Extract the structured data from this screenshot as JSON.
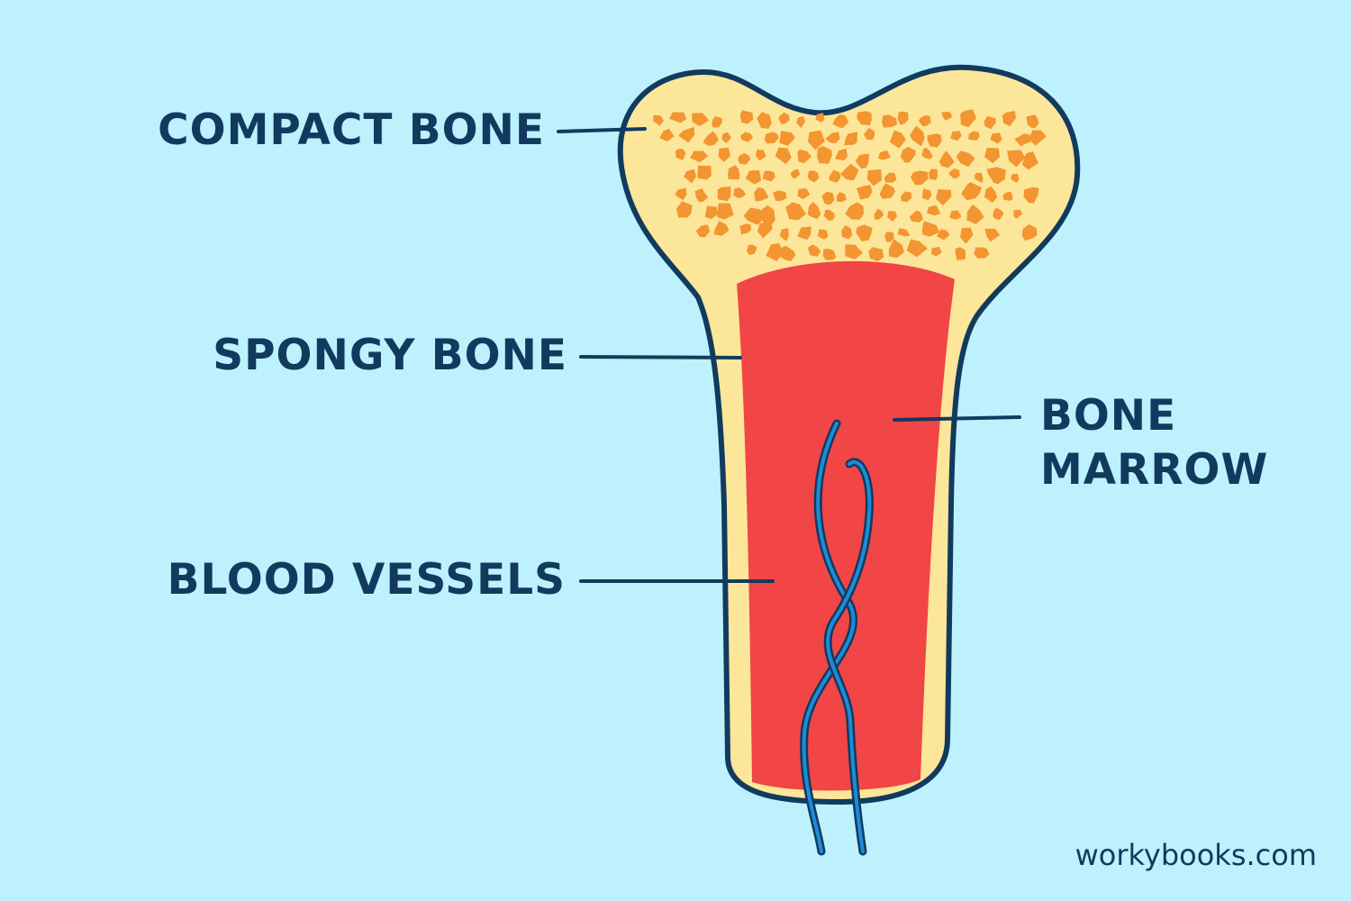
{
  "labels": {
    "compact_bone": "COMPACT BONE",
    "spongy_bone": "SPONGY BONE",
    "blood_vessels": "BLOOD VESSELS",
    "bone_marrow_line1": "BONE",
    "bone_marrow_line2": "MARROW"
  },
  "watermark": "workybooks.com",
  "colors": {
    "background": "#BDF1FD",
    "outline": "#123A5E",
    "bone": "#FCE69A",
    "spongy_pores": "#F39530",
    "marrow": "#F24545",
    "vessel": "#1E8BD6",
    "label_text": "#123A5E"
  }
}
